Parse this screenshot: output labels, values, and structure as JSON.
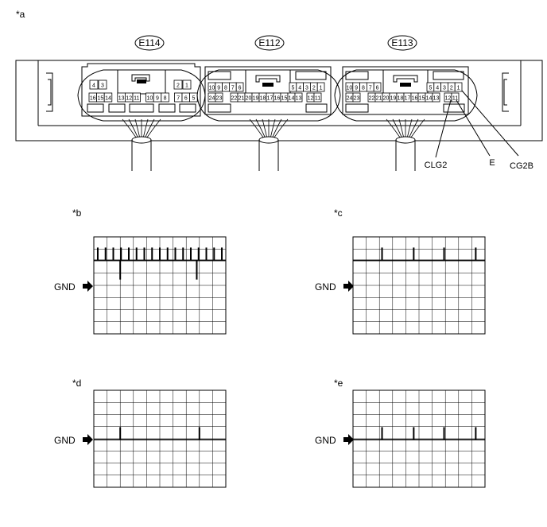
{
  "figure_labels": {
    "a": "*a",
    "b": "*b",
    "c": "*c",
    "d": "*d",
    "e": "*e"
  },
  "connectors": {
    "e114": {
      "name": "E114",
      "top_pins": [
        "4",
        "3",
        "2",
        "1"
      ],
      "bottom_pins": [
        "16",
        "15",
        "14",
        "13",
        "12",
        "11",
        "10",
        "9",
        "8",
        "7",
        "6",
        "5"
      ]
    },
    "e112": {
      "name": "E112",
      "top_pins": [
        "10",
        "9",
        "8",
        "7",
        "6",
        "5",
        "4",
        "3",
        "2",
        "1"
      ],
      "bottom_pins": [
        "24",
        "23",
        "22",
        "21",
        "20",
        "19",
        "18",
        "17",
        "16",
        "15",
        "14",
        "13",
        "12",
        "11"
      ]
    },
    "e113": {
      "name": "E113",
      "top_pins": [
        "10",
        "9",
        "8",
        "7",
        "6",
        "5",
        "4",
        "3",
        "2",
        "1"
      ],
      "bottom_pins": [
        "24",
        "23",
        "22",
        "21",
        "20",
        "19",
        "18",
        "17",
        "16",
        "15",
        "14",
        "13",
        "12",
        "11"
      ]
    }
  },
  "terminals": {
    "clg2": "CLG2",
    "e": "E",
    "cg2b": "CG2B"
  },
  "scopes": {
    "gnd_label": "GND",
    "b": {
      "grid": true,
      "pulses_up": 17,
      "pulses_down": 2
    },
    "c": {
      "grid": true,
      "pulses_up": 4
    },
    "d": {
      "grid": true,
      "pulses_up": 2
    },
    "e": {
      "grid": true,
      "pulses_up": 4
    }
  }
}
